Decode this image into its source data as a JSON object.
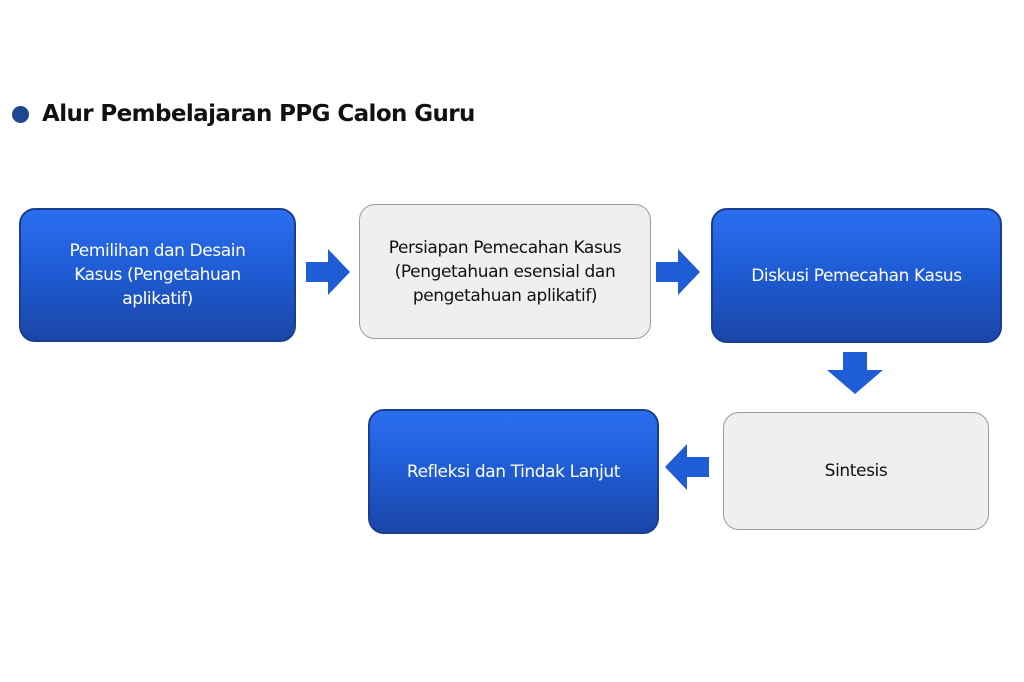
{
  "title": "Alur Pembelajaran PPG Calon Guru",
  "colors": {
    "bullet": "#1f4690",
    "box_blue": "#1f5dd6",
    "box_gray": "#efefef",
    "arrow": "#1f5dd6"
  },
  "steps": [
    {
      "label": "Pemilihan dan Desain Kasus (Pengetahuan aplikatif)",
      "style": "blue"
    },
    {
      "label": "Persiapan Pemecahan Kasus (Pengetahuan esensial dan pengetahuan aplikatif)",
      "style": "gray"
    },
    {
      "label": "Diskusi Pemecahan Kasus",
      "style": "blue"
    },
    {
      "label": "Sintesis",
      "style": "gray"
    },
    {
      "label": "Refleksi dan Tindak Lanjut",
      "style": "blue"
    }
  ],
  "arrows": [
    {
      "from": 0,
      "to": 1,
      "direction": "right",
      "icon": "arrow-right-icon"
    },
    {
      "from": 1,
      "to": 2,
      "direction": "right",
      "icon": "arrow-right-icon"
    },
    {
      "from": 2,
      "to": 3,
      "direction": "down",
      "icon": "arrow-down-icon"
    },
    {
      "from": 3,
      "to": 4,
      "direction": "left",
      "icon": "arrow-left-icon"
    }
  ]
}
